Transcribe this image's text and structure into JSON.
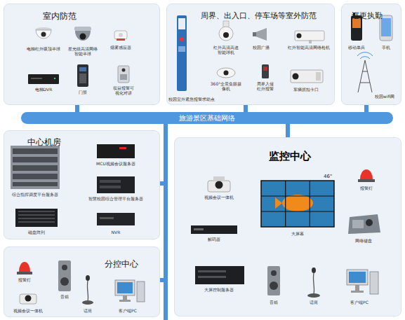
{
  "diagram": {
    "nodes": [
      {
        "text": [
          "室内防范"
        ]
      },
      {
        "text": [
          "电梯红外吸顶半球"
        ],
        "in": 0
      },
      {
        "text": [
          "星光级高清网络智能半球"
        ],
        "in": 0
      },
      {
        "text": [
          "烟雾感应器"
        ],
        "in": 0
      },
      {
        "text": [
          "电梯DVR"
        ],
        "in": 0
      },
      {
        "text": [
          "门禁"
        ],
        "in": 0
      },
      {
        "text": [
          "双目报警可视化对讲"
        ],
        "in": 0
      },
      {
        "text": [
          "周界、出入口、停车场等室外防范"
        ]
      },
      {
        "text": [
          "校园室外紧急报警求助点"
        ],
        "in": 7
      },
      {
        "text": [
          "红外高清高速智能球机"
        ],
        "in": 7
      },
      {
        "text": [
          "校园广播"
        ],
        "in": 7
      },
      {
        "text": [
          "红外智能高清网络枪机"
        ],
        "in": 7
      },
      {
        "text": [
          "360°全景鱼眼摄像机"
        ],
        "in": 7
      },
      {
        "text": [
          "周界入侵红外报警"
        ],
        "in": 7
      },
      {
        "text": [
          "车辆抓拍卡口"
        ],
        "in": 7
      },
      {
        "text": [
          "巡更执勤"
        ]
      },
      {
        "text": [
          "移动单兵"
        ],
        "in": 15
      },
      {
        "text": [
          "手机"
        ],
        "in": 15
      },
      {
        "text": [
          "校园wifi网"
        ],
        "in": 15
      },
      {
        "text": [
          "旅游景区基础网络"
        ]
      },
      {
        "text": [
          "中心机房"
        ]
      },
      {
        "text": [
          "综合指挥调度平台服务器"
        ],
        "in": 20
      },
      {
        "text": [
          "MCU视频会议服务器"
        ],
        "in": 20
      },
      {
        "text": [
          "智慧校园综合管理平台服务器"
        ],
        "in": 20
      },
      {
        "text": [
          "磁盘阵列"
        ],
        "in": 20
      },
      {
        "text": [
          "NVR"
        ],
        "in": 20
      },
      {
        "text": [
          "监控中心"
        ]
      },
      {
        "text": [
          "视频会议一体机"
        ],
        "in": 26
      },
      {
        "text": [
          "报警灯"
        ],
        "in": 26
      },
      {
        "text": [
          "大屏幕"
        ],
        "in": 26
      },
      {
        "text": [
          "解码器"
        ],
        "in": 26
      },
      {
        "text": [
          "网络键盘"
        ],
        "in": 26
      },
      {
        "text": [
          "大屏控制服务器"
        ],
        "in": 26
      },
      {
        "text": [
          "音箱"
        ],
        "in": 26
      },
      {
        "text": [
          "话筒"
        ],
        "in": 26
      },
      {
        "text": [
          "客户端PC"
        ],
        "in": 26
      },
      {
        "text": [
          "分控中心"
        ]
      },
      {
        "text": [
          "报警灯"
        ],
        "in": 36
      },
      {
        "text": [
          "音箱"
        ],
        "in": 36
      },
      {
        "text": [
          "话筒"
        ],
        "in": 36
      },
      {
        "text": [
          "视频会议一体机"
        ],
        "in": 36
      },
      {
        "text": [
          "客户端PC"
        ],
        "in": 36
      }
    ],
    "edges": [
      {
        "from": 0,
        "to": 19,
        "arrow": "none"
      },
      {
        "from": 7,
        "to": 19,
        "arrow": "none"
      },
      {
        "from": 15,
        "to": 19,
        "arrow": "none"
      },
      {
        "from": 19,
        "to": 20,
        "arrow": "none"
      },
      {
        "from": 19,
        "to": 26,
        "arrow": "none"
      },
      {
        "from": 19,
        "to": 36,
        "arrow": "none"
      }
    ],
    "labels": [
      "46\""
    ]
  }
}
